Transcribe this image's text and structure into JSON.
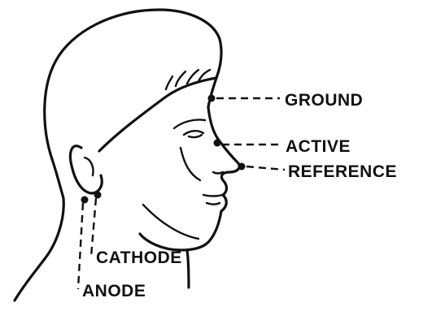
{
  "diagram": {
    "labels": {
      "ground": "GROUND",
      "active": "ACTIVE",
      "reference": "REFERENCE",
      "cathode": "CATHODE",
      "anode": "ANODE"
    }
  }
}
